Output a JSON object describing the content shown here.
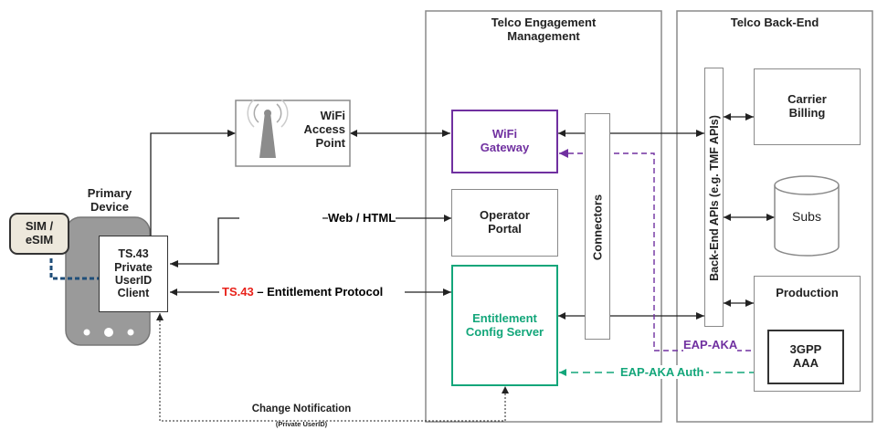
{
  "groups": {
    "engagement_title": "Telco Engagement\nManagement",
    "backend_title": "Telco Back-End"
  },
  "device": {
    "title": "Primary\nDevice",
    "sim": "SIM /\neSIM",
    "client": "TS.43\nPrivate\nUserID\nClient"
  },
  "wifi_ap": "WiFi\nAccess\nPoint",
  "engagement": {
    "wifi_gateway": "WiFi\nGateway",
    "operator_portal": "Operator\nPortal",
    "entitlement_server": "Entitlement\nConfig Server",
    "connectors": "Connectors"
  },
  "backend": {
    "apis": "Back-End APIs (e.g. TMF APIs)",
    "carrier_billing": "Carrier\nBilling",
    "subs": "Subs",
    "production": "Production",
    "aaa": "3GPP\nAAA"
  },
  "connections": {
    "web_html": "Web / HTML",
    "ts43_prefix": "TS.43",
    "ts43_suffix": " – Entitlement Protocol",
    "eap_aka": "EAP-AKA",
    "eap_aka_auth": "EAP-AKA Auth",
    "change_notification": "Change Notification",
    "change_notification_sub": "(Private UserID)"
  },
  "colors": {
    "purple": "#7030a0",
    "green": "#13a67a",
    "red": "#e8221b",
    "navy": "#1f4e79",
    "gray_border": "#8a8a8a"
  }
}
